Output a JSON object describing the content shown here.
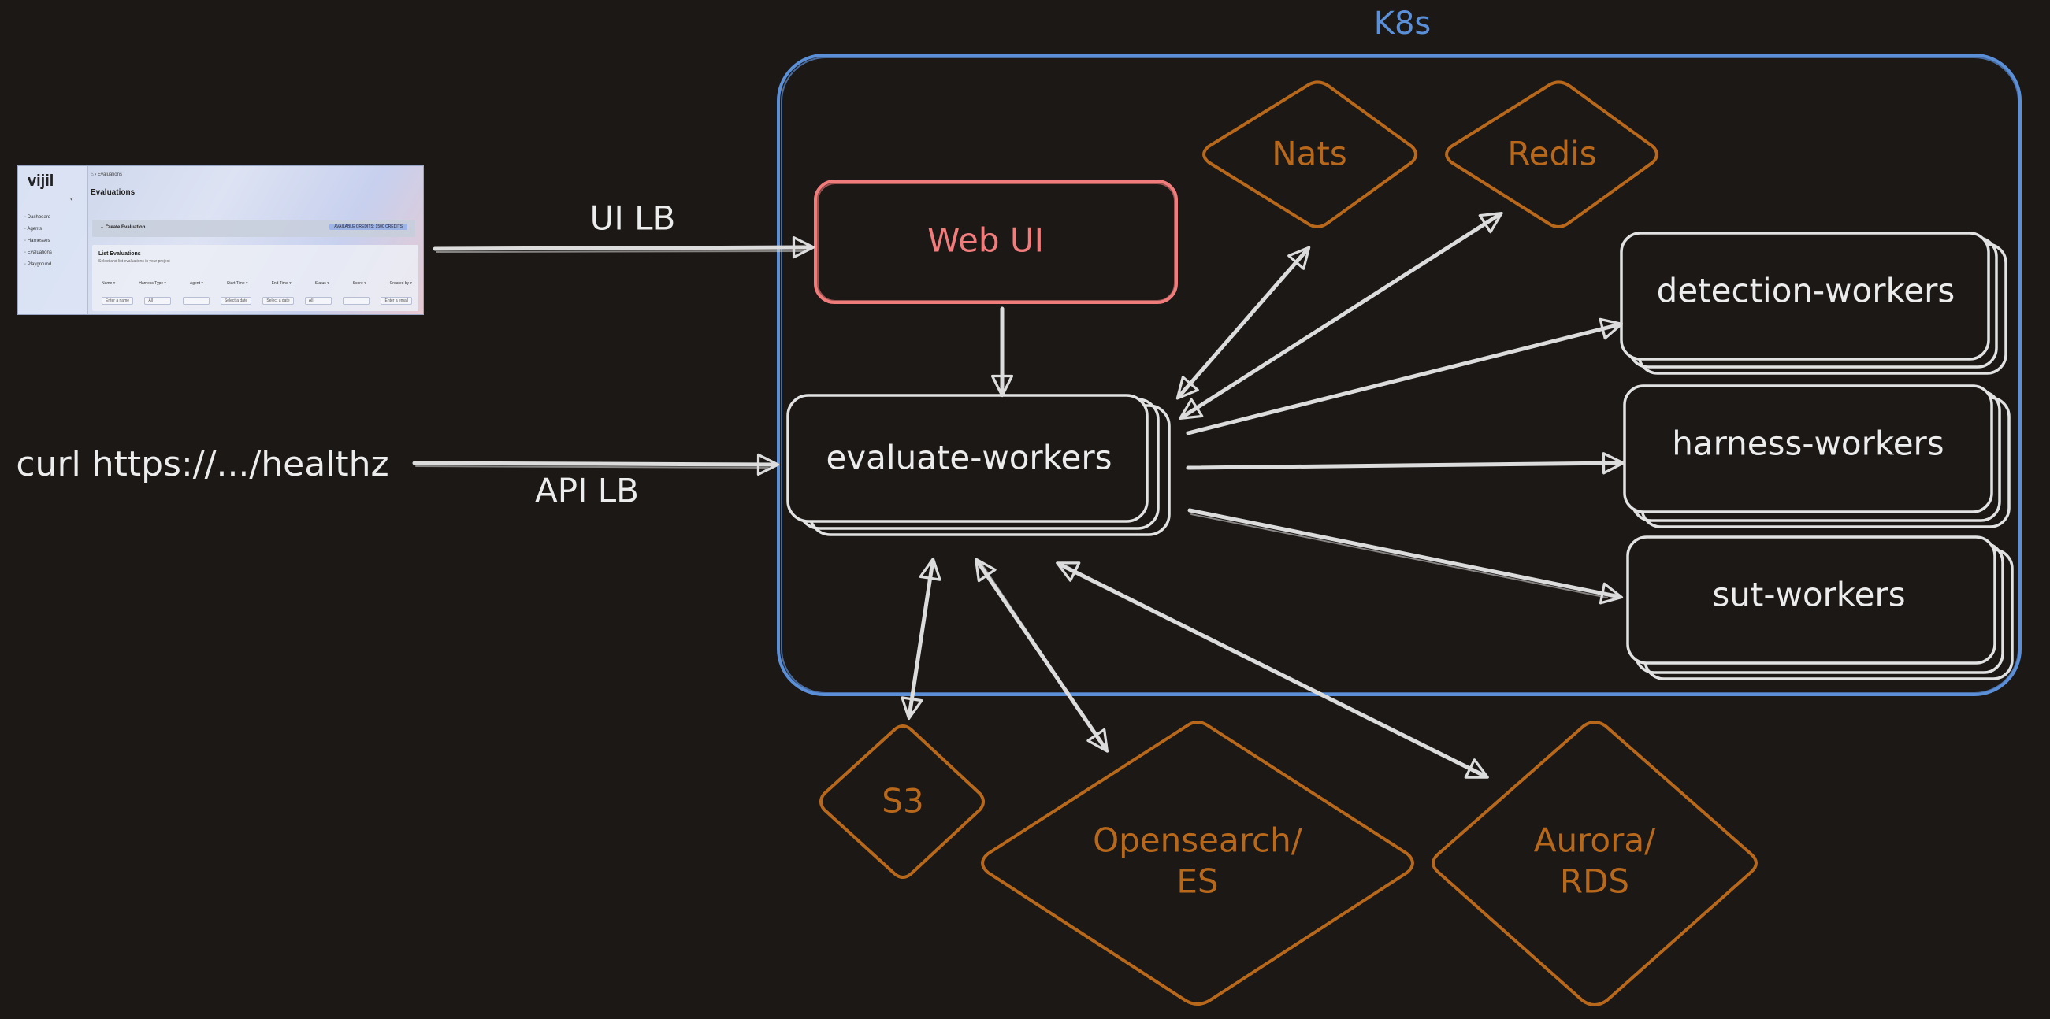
{
  "colors": {
    "background": "#1c1816",
    "k8s": "#5b8fd8",
    "web_ui": "#f07c7c",
    "service": "#b8681a",
    "worker": "#e2e2e2",
    "arrow": "#dcdcdc",
    "text": "#ececec"
  },
  "k8s": {
    "label": "K8s"
  },
  "external": {
    "curl_command": "curl https://.../healthz",
    "ui_lb": "UI LB",
    "api_lb": "API LB"
  },
  "nodes": {
    "web_ui": "Web UI",
    "evaluate_workers": "evaluate-workers",
    "detection_workers": "detection-workers",
    "harness_workers": "harness-workers",
    "sut_workers": "sut-workers",
    "nats": "Nats",
    "redis": "Redis",
    "s3": "S3",
    "opensearch_line1": "Opensearch/",
    "opensearch_line2": "ES",
    "aurora_line1": "Aurora/",
    "aurora_line2": "RDS"
  },
  "screenshot": {
    "logo": "vijil",
    "collapse": "‹",
    "breadcrumb": "⌂  ›  Evaluations",
    "page_title": "Evaluations",
    "nav": [
      "Dashboard",
      "Agents",
      "Harnesses",
      "Evaluations",
      "Playground"
    ],
    "create_label": "⌄   Create Evaluation",
    "create_button": "AVAILABLE CREDITS: 1500 CREDITS",
    "list_title": "List Evaluations",
    "list_subtitle": "Select and list evaluations in your project",
    "columns": [
      "Name ▾",
      "Harness Type ▾",
      "Agent ▾",
      "Start Time ▾",
      "End Time ▾",
      "Status ▾",
      "Score ▾",
      "Created by ▾"
    ],
    "filters": [
      "Enter a name",
      "All",
      "",
      "Select a date",
      "Select a date",
      "All",
      "",
      "Enter a email"
    ]
  }
}
